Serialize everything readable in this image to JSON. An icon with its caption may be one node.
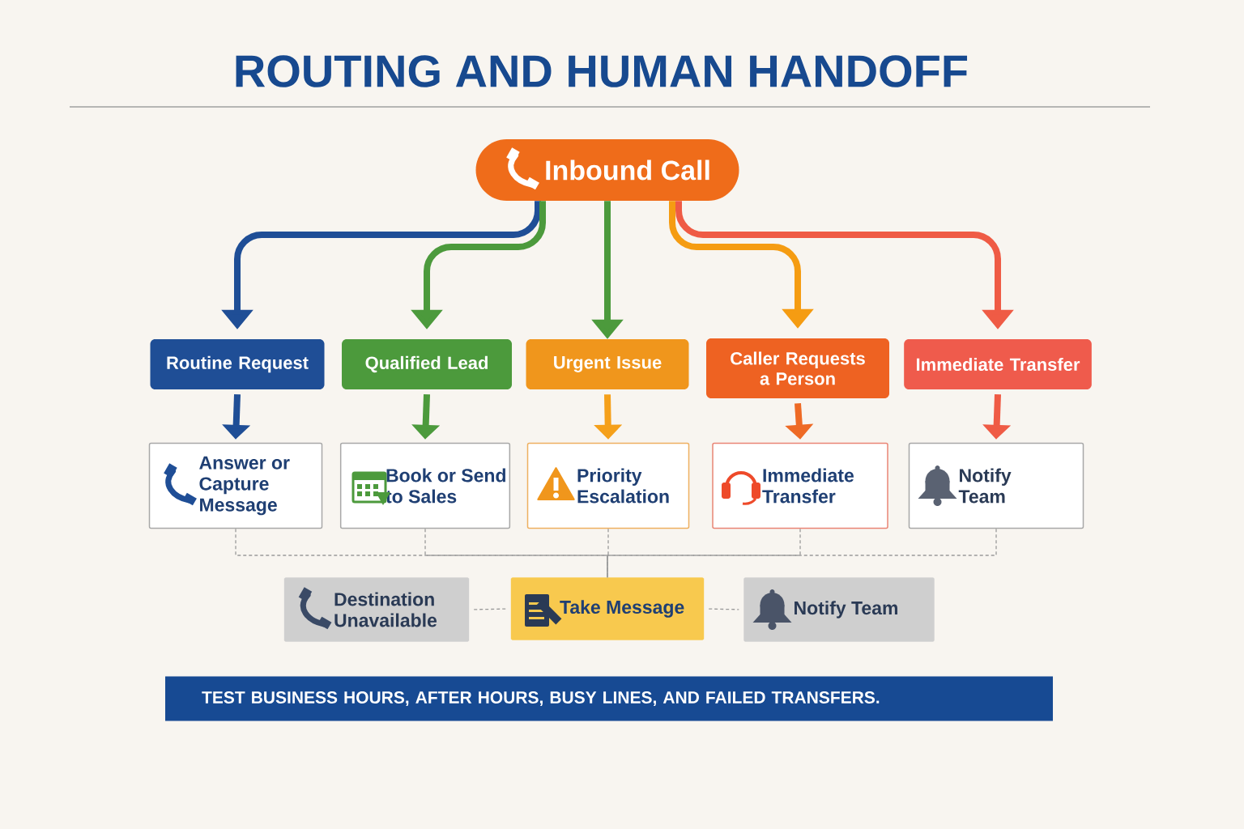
{
  "diagram": {
    "title": "ROUTING AND HUMAN HANDOFF",
    "nodes": [
      {
        "text": [
          "Inbound Call"
        ]
      },
      {
        "text": [
          "Routine Request"
        ]
      },
      {
        "text": [
          "Qualified Lead"
        ]
      },
      {
        "text": [
          "Urgent Issue"
        ]
      },
      {
        "text": [
          "Caller Requests a Person"
        ]
      },
      {
        "text": [
          "Immediate Transfer"
        ]
      },
      {
        "text": [
          "Answer or Capture Message"
        ]
      },
      {
        "text": [
          "Book or Send to Sales"
        ]
      },
      {
        "text": [
          "Priority Escalation"
        ]
      },
      {
        "text": [
          "Immediate Transfer"
        ]
      },
      {
        "text": [
          "Notify Team"
        ]
      },
      {
        "text": [
          "Destination Unavailable"
        ]
      },
      {
        "text": [
          "Take Message"
        ]
      },
      {
        "text": [
          "Notify Team"
        ]
      },
      {
        "text": [
          "TEST BUSINESS HOURS, AFTER HOURS, BUSY LINES, AND FAILED TRANSFERS."
        ]
      }
    ],
    "edges": [
      {
        "from": 0,
        "to": 1,
        "arrow": "to",
        "color": "#1f4e96"
      },
      {
        "from": 0,
        "to": 2,
        "arrow": "to",
        "color": "#4c9a3c"
      },
      {
        "from": 0,
        "to": 3,
        "arrow": "to",
        "color": "#4c9a3c"
      },
      {
        "from": 0,
        "to": 4,
        "arrow": "to",
        "color": "#f59c12"
      },
      {
        "from": 0,
        "to": 5,
        "arrow": "to",
        "color": "#ef5b45"
      },
      {
        "from": 1,
        "to": 6,
        "arrow": "to",
        "color": "#1f4e96"
      },
      {
        "from": 2,
        "to": 7,
        "arrow": "to",
        "color": "#4c9a3c"
      },
      {
        "from": 3,
        "to": 8,
        "arrow": "to",
        "color": "#f5a01a"
      },
      {
        "from": 4,
        "to": 9,
        "arrow": "to",
        "color": "#ee6a25"
      },
      {
        "from": 5,
        "to": 10,
        "arrow": "to",
        "color": "#ef5b45"
      },
      {
        "from": 6,
        "to": 12,
        "arrow": "none",
        "style": "dashed"
      },
      {
        "from": 7,
        "to": 12,
        "arrow": "none",
        "style": "dashed"
      },
      {
        "from": 8,
        "to": 12,
        "arrow": "none",
        "style": "dashed"
      },
      {
        "from": 9,
        "to": 12,
        "arrow": "none",
        "style": "dashed"
      },
      {
        "from": 10,
        "to": 12,
        "arrow": "none",
        "style": "dashed"
      },
      {
        "from": 11,
        "to": 12,
        "arrow": "none",
        "style": "dashed"
      },
      {
        "from": 12,
        "to": 13,
        "arrow": "none",
        "style": "dashed"
      }
    ]
  }
}
